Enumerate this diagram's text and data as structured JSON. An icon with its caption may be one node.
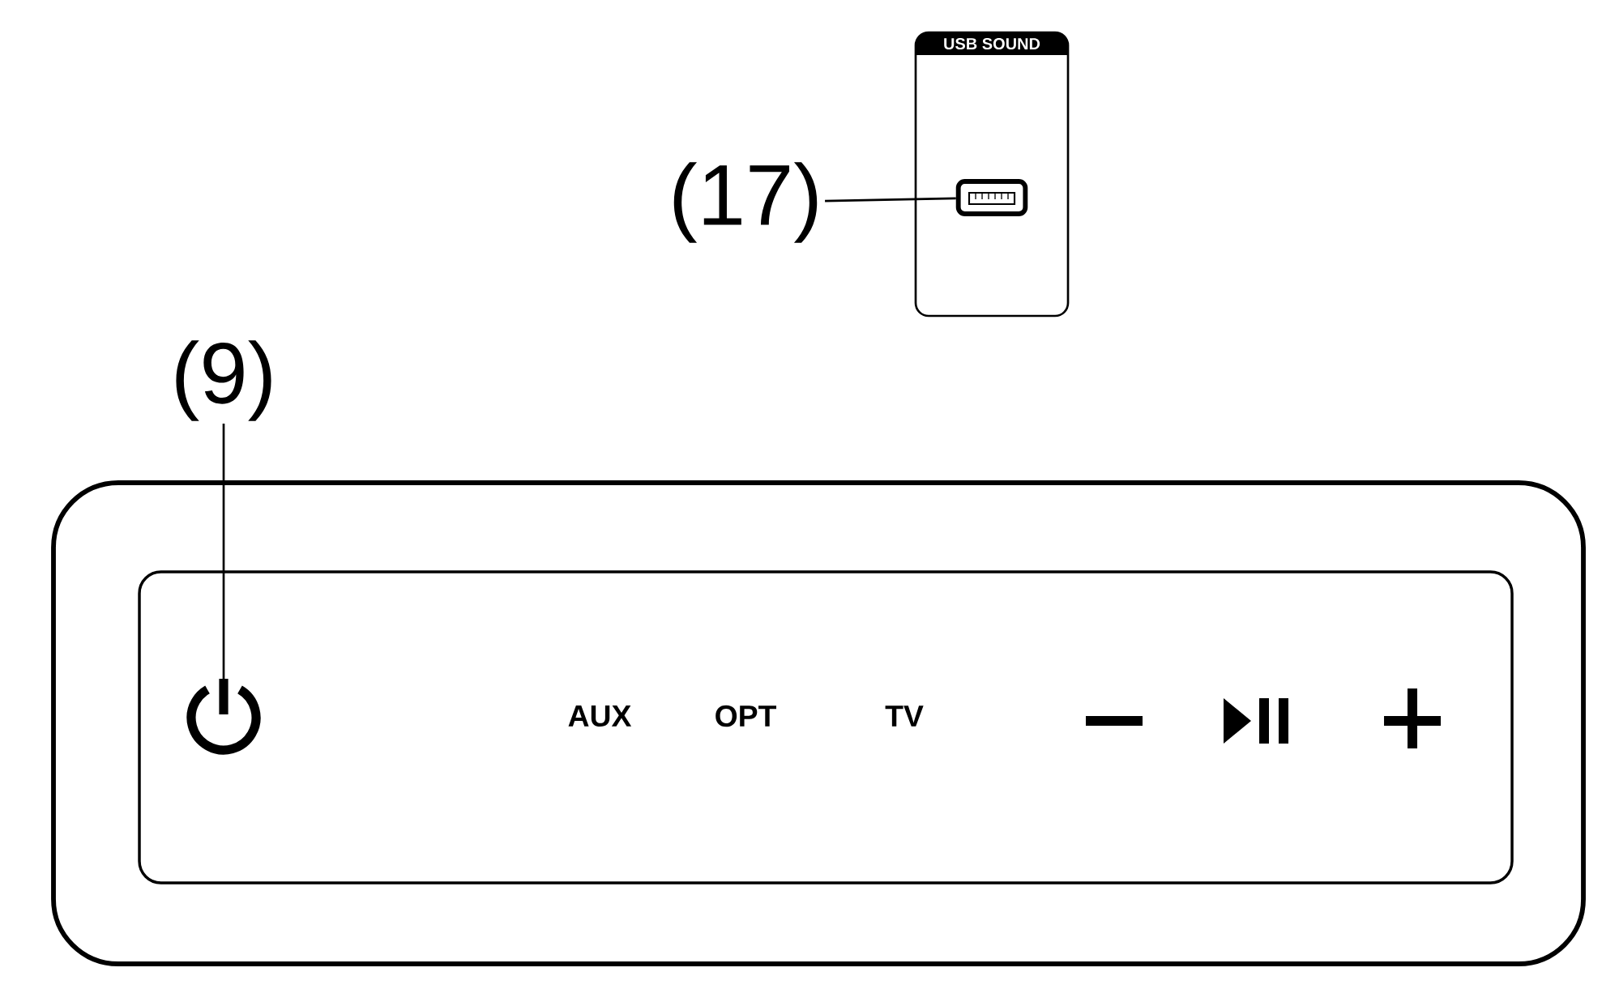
{
  "diagram": {
    "nodes": [
      {
        "text": [
          "(17)"
        ]
      },
      {
        "text": [],
        "shape": "box"
      },
      {
        "text": [
          "(9)"
        ]
      },
      {
        "text": [],
        "shape": "circle"
      }
    ],
    "edges": [
      {
        "from": 0,
        "to": 1,
        "arrow": "none"
      },
      {
        "from": 2,
        "to": 3,
        "arrow": "none"
      }
    ],
    "labels": [
      "USB SOUND",
      "AUX",
      "OPT",
      "TV"
    ]
  }
}
